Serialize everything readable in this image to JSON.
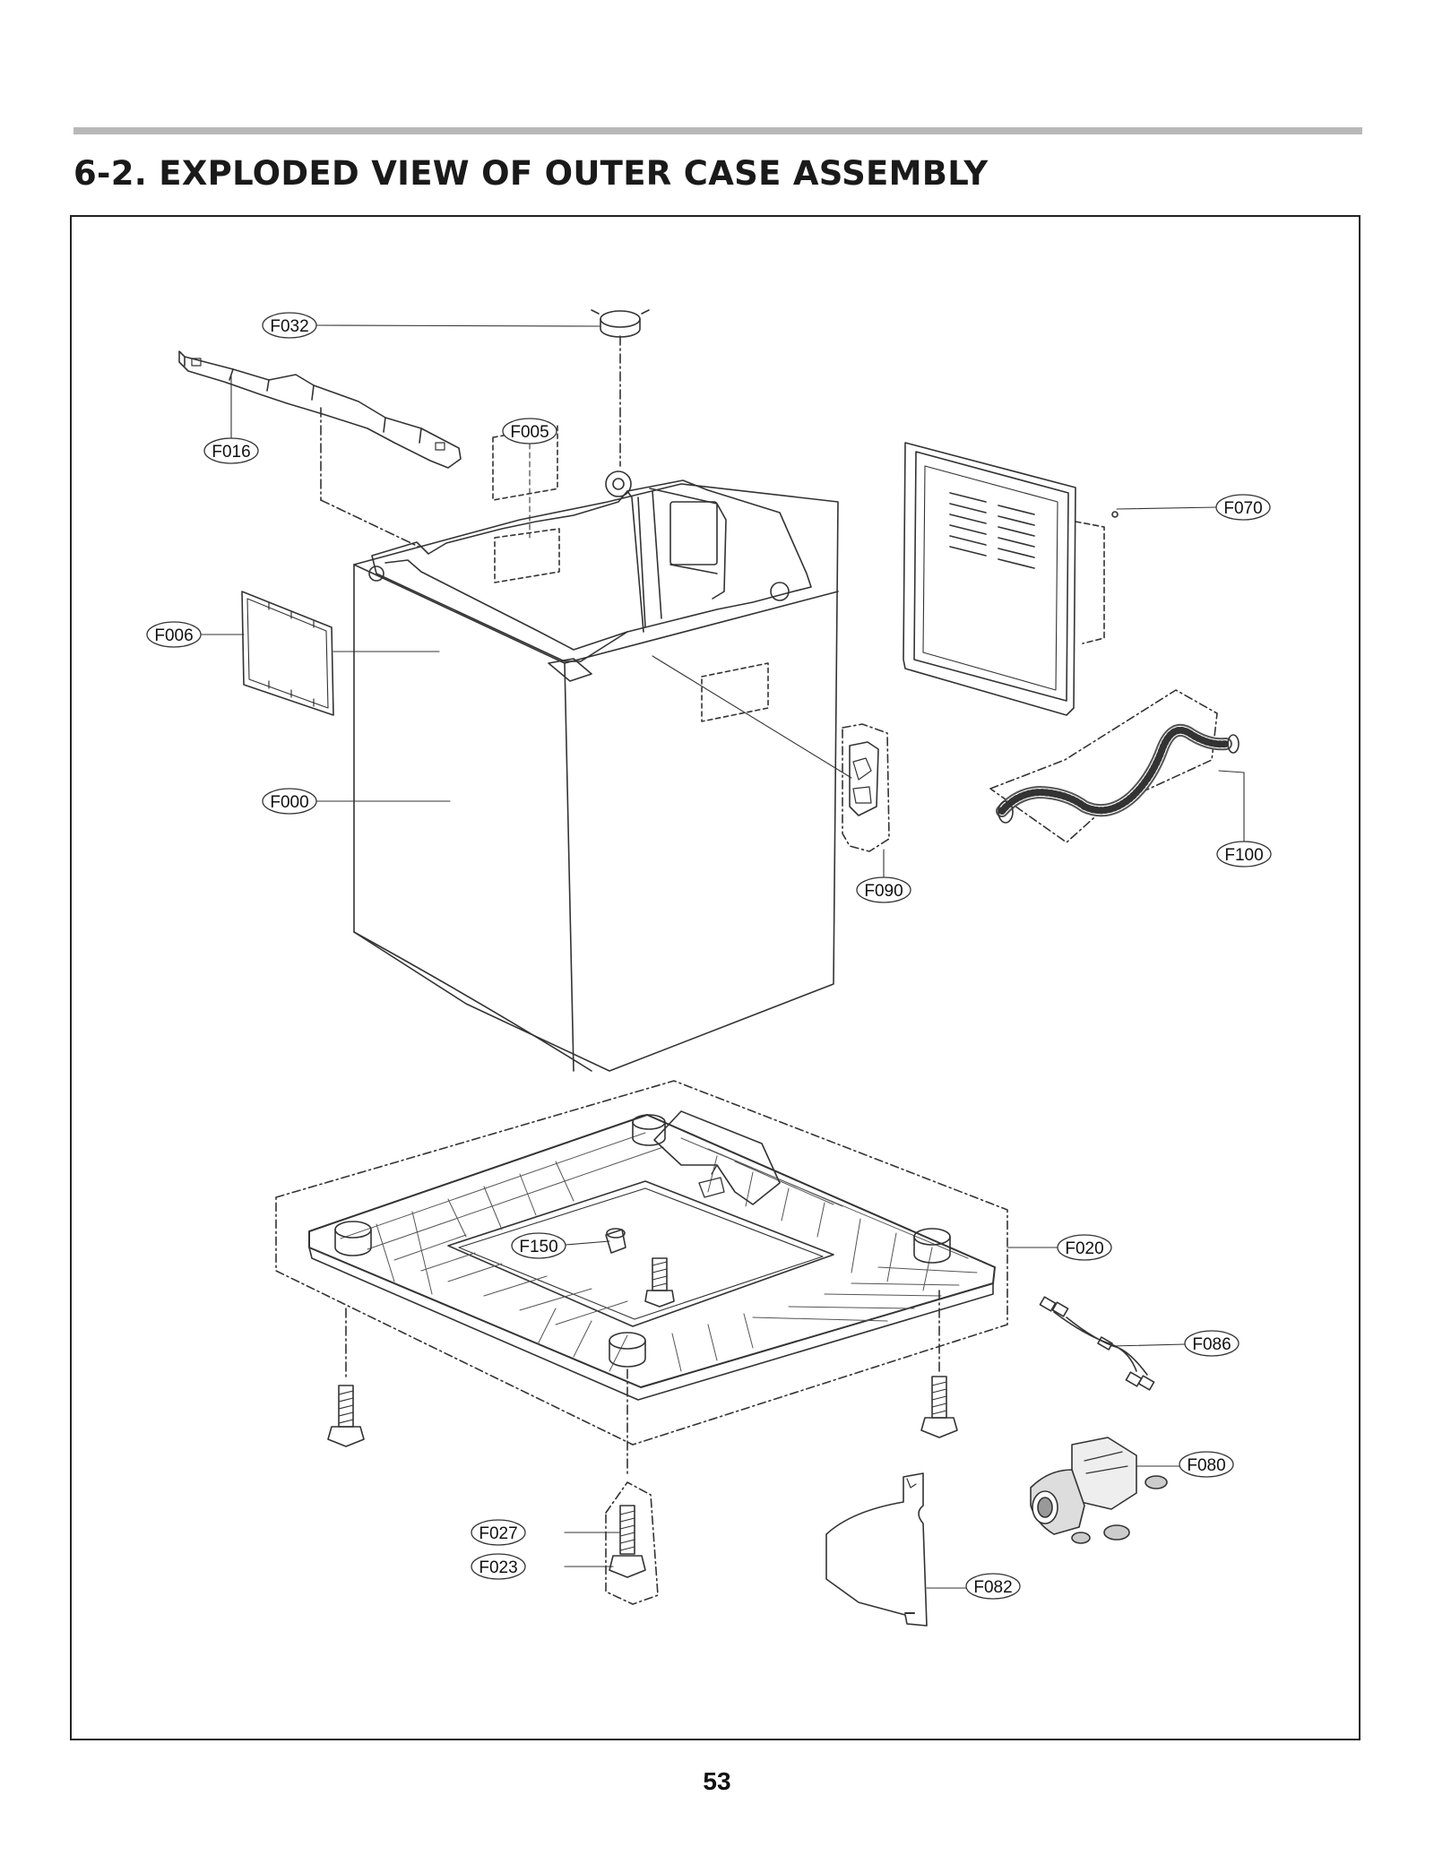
{
  "header": {
    "title": "6-2. EXPLODED VIEW OF OUTER CASE ASSEMBLY"
  },
  "footer": {
    "page_number": "53"
  },
  "callouts": {
    "F032": "F032",
    "F016": "F016",
    "F005": "F005",
    "F070": "F070",
    "F006": "F006",
    "F000": "F000",
    "F090": "F090",
    "F100": "F100",
    "F020": "F020",
    "F150": "F150",
    "F086": "F086",
    "F080": "F080",
    "F027": "F027",
    "F023": "F023",
    "F082": "F082"
  }
}
